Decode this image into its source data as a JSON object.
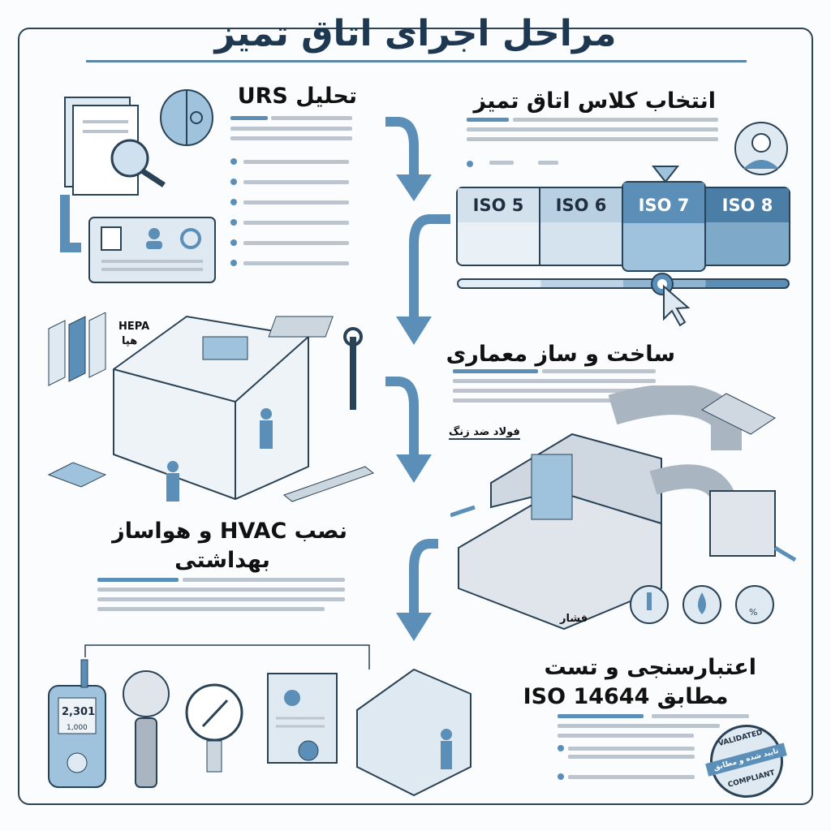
{
  "title": "مراحل اجرای اتاق تمیز",
  "steps": {
    "urs": {
      "heading": "تحلیل URS"
    },
    "class": {
      "heading": "انتخاب کلاس اتاق تمیز",
      "iso_classes": [
        "ISO 5",
        "ISO 6",
        "ISO 7",
        "ISO 8"
      ],
      "selected": "ISO 7"
    },
    "construction": {
      "heading": "ساخت و ساز معماری",
      "label_hepa_en": "HEPA",
      "label_hepa_fa": "هپا"
    },
    "hvac": {
      "heading_line1": "نصب HVAC و هواساز",
      "heading_line2": "بهداشتی",
      "label_steel": "فولاد ضد زنگ",
      "label_pressure": "فشار"
    },
    "validation": {
      "heading_line1": "اعتبارسنجی و تست",
      "heading_line2": "مطابق ISO 14644",
      "meter_reading": "2,301",
      "meter_sub": "1,000",
      "stamp_top": "VALIDATED",
      "stamp_band": "تایید شده و مطابق",
      "stamp_bottom": "COMPLIANT"
    }
  },
  "colors": {
    "accent": "#5b8fb8",
    "dark": "#1d3850",
    "line": "#bcc5cd"
  }
}
